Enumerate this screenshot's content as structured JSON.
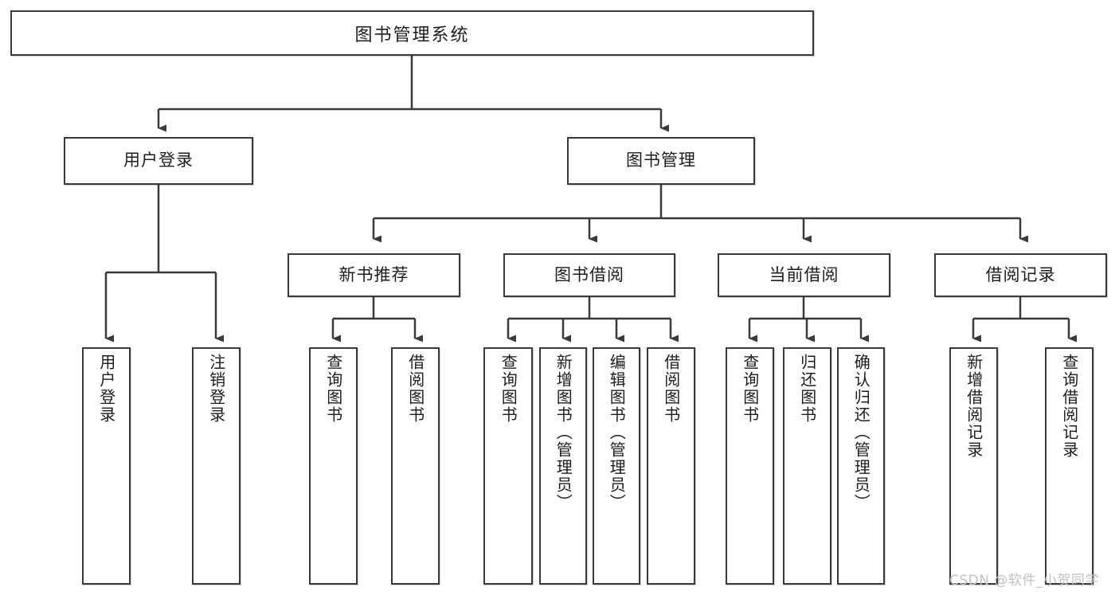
{
  "diagram": {
    "title": "图书管理系统",
    "type": "tree-hierarchy-diagram",
    "root": {
      "label": "图书管理系统"
    },
    "level2": [
      {
        "label": "用户登录"
      },
      {
        "label": "图书管理"
      }
    ],
    "level3": [
      {
        "label": "新书推荐"
      },
      {
        "label": "图书借阅"
      },
      {
        "label": "当前借阅"
      },
      {
        "label": "借阅记录"
      }
    ],
    "leaves": {
      "user_login": [
        {
          "label": "用户登录"
        },
        {
          "label": "注销登录"
        }
      ],
      "new_book_recommend": [
        {
          "label": "查询图书"
        },
        {
          "label": "借阅图书"
        }
      ],
      "book_borrow": [
        {
          "label": "查询图书"
        },
        {
          "label": "新增图书（管理员）"
        },
        {
          "label": "编辑图书（管理员）"
        },
        {
          "label": "借阅图书"
        }
      ],
      "current_borrow": [
        {
          "label": "查询图书"
        },
        {
          "label": "归还图书"
        },
        {
          "label": "确认归还（管理员）"
        }
      ],
      "borrow_record": [
        {
          "label": "新增借阅记录"
        },
        {
          "label": "查询借阅记录"
        }
      ]
    }
  },
  "watermark": {
    "text": "CSDN @软件_小贺同学"
  },
  "colors": {
    "border": "#3a3a3a",
    "text": "#1d1d1d",
    "background": "#ffffff",
    "watermark": "#c3c3c3"
  }
}
